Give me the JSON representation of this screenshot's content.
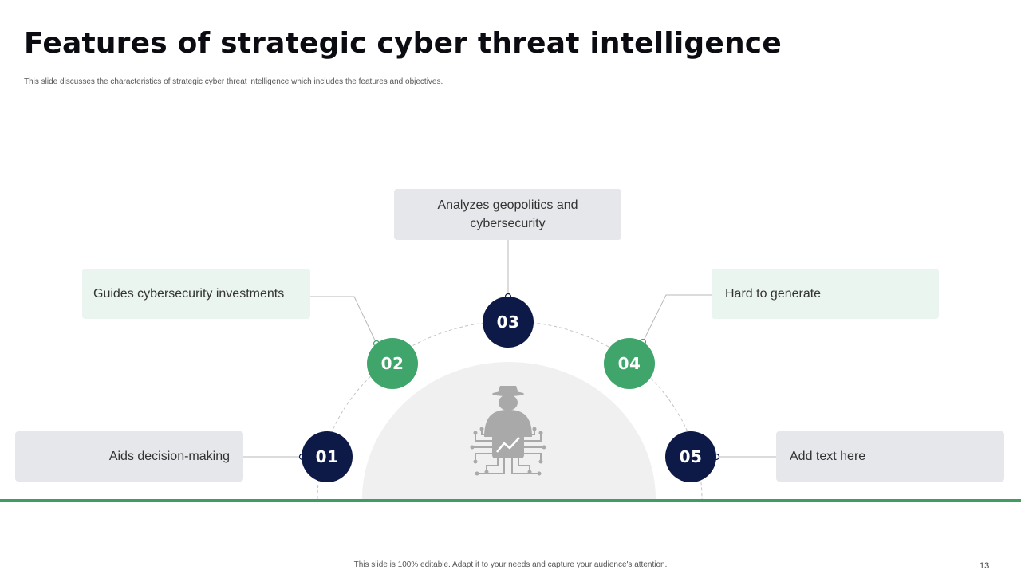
{
  "slide": {
    "title": "Features of strategic cyber threat intelligence",
    "subtitle": "This slide discusses the characteristics of strategic cyber threat intelligence which includes the features and objectives.",
    "footer": "This slide is 100% editable. Adapt it to your needs and capture your audience's attention.",
    "page_number": "13"
  },
  "colors": {
    "navy": "#0d1a47",
    "green": "#3fa56b",
    "gray_box": "#e6e7ea",
    "mint_box": "#ebf5ef",
    "accent_bar": "#3f9d63"
  },
  "center_icon": "hacker-lock-icon",
  "features": [
    {
      "number": "01",
      "text": "Aids decision-making"
    },
    {
      "number": "02",
      "text": "Guides cybersecurity investments"
    },
    {
      "number": "03",
      "text": "Analyzes geopolitics and cybersecurity"
    },
    {
      "number": "04",
      "text": "Hard to generate"
    },
    {
      "number": "05",
      "text": "Add text here"
    }
  ]
}
